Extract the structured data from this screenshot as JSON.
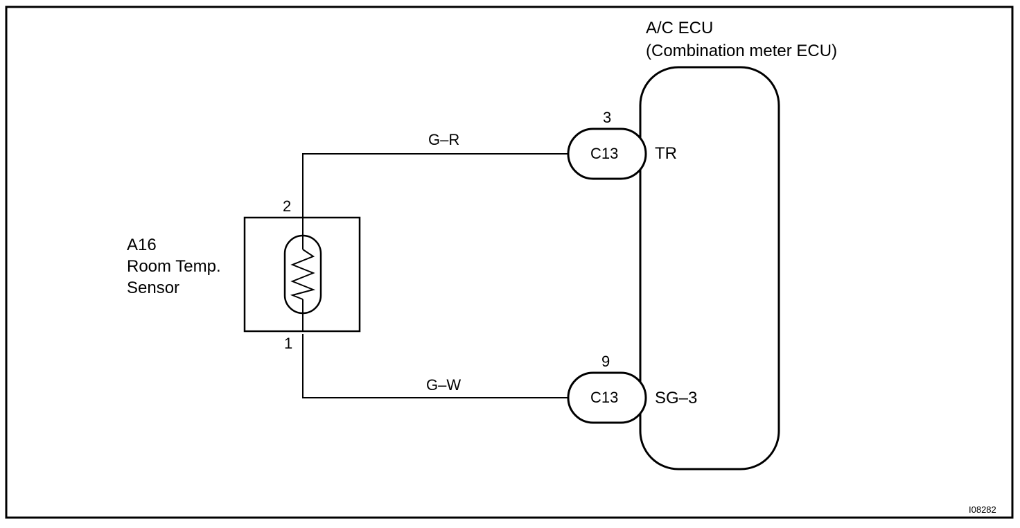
{
  "ecu": {
    "line1": "A/C ECU",
    "line2": "(Combination meter ECU)",
    "terminal_top": "TR",
    "terminal_bottom": "SG–3"
  },
  "sensor": {
    "code": "A16",
    "name_line1": "Room Temp.",
    "name_line2": "Sensor",
    "pin_top": "2",
    "pin_bottom": "1"
  },
  "connectors": {
    "top": {
      "label": "C13",
      "pin": "3"
    },
    "bottom": {
      "label": "C13",
      "pin": "9"
    }
  },
  "wires": {
    "top": "G–R",
    "bottom": "G–W"
  },
  "figure_id": "I08282"
}
